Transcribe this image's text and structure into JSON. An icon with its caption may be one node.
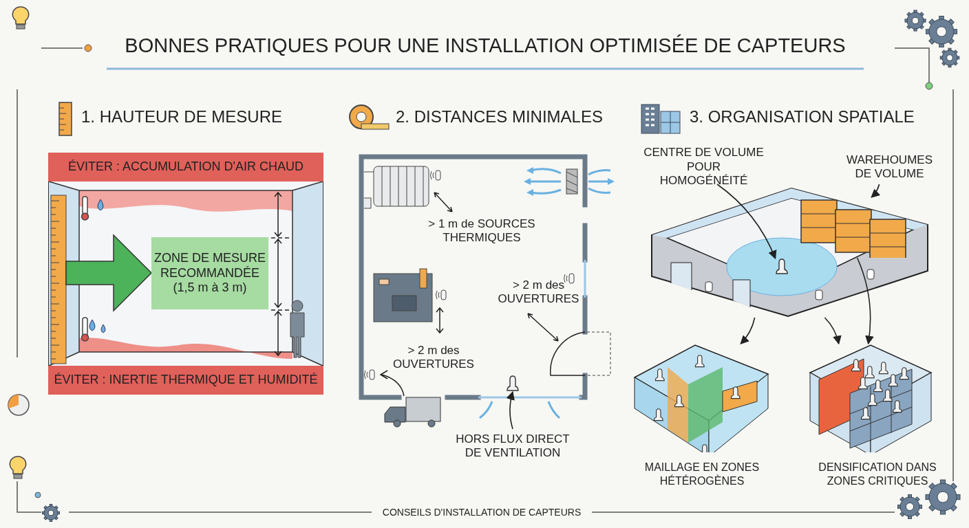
{
  "diagram": {
    "title": "BONNES PRATIQUES POUR UNE INSTALLATION OPTIMISÉE DE CAPTEURS",
    "caption": "CONSEILS D'INSTALLATION DE CAPTEURS",
    "nodes": [
      {
        "text": [
          "ÉVITER : ACCUMULATION D'AIR CHAUD"
        ]
      },
      {
        "text": [
          "ZONE DE MESURE RECOMMANDÉE (1,5 m à 3 m)"
        ]
      },
      {
        "text": [
          "ÉVITER : INERTIE THERMIQUE ET HUMIDITÉ"
        ]
      },
      {
        "text": [
          "> 1 m de SOURCES THERMIQUES"
        ]
      },
      {
        "text": [
          "> 2 m des OUVERTURES"
        ]
      },
      {
        "text": [
          "> 2 m des OUVERTURES"
        ]
      },
      {
        "text": [],
        "shape": "picture"
      },
      {
        "text": [
          "HORS FLUX DIRECT DE VENTILATION"
        ]
      },
      {
        "text": [
          "CENTRE DE VOLUME POUR HOMOGÉNÉITÉ"
        ]
      },
      {
        "text": [
          "WAREHOUMES DE VOLUME"
        ]
      },
      {
        "text": [],
        "shape": "picture"
      },
      {
        "text": [],
        "shape": "picture",
        "in": 10
      },
      {
        "text": [],
        "shape": "picture",
        "in": 10
      },
      {
        "text": [],
        "shape": "picture",
        "beside": [
          "MAILLAGE EN ZONES HÉTÉROGÈNES"
        ]
      },
      {
        "text": [],
        "shape": "picture",
        "beside": [
          "DENSIFICATION DANS ZONES CRITIQUES"
        ]
      }
    ],
    "edges": [
      {
        "from": 7,
        "to": 6,
        "arrow": "to"
      },
      {
        "from": 8,
        "to": 11,
        "arrow": "to"
      },
      {
        "from": 9,
        "to": 12,
        "arrow": "to"
      },
      {
        "from": 10,
        "to": 13,
        "arrow": "to"
      },
      {
        "from": 10,
        "to": 14,
        "arrow": "to"
      },
      {
        "from": 12,
        "to": 14,
        "arrow": "to"
      }
    ],
    "labels": [
      "1. HAUTEUR DE MESURE",
      "2. DISTANCES MINIMALES",
      "3. ORGANISATION SPATIALE"
    ]
  }
}
